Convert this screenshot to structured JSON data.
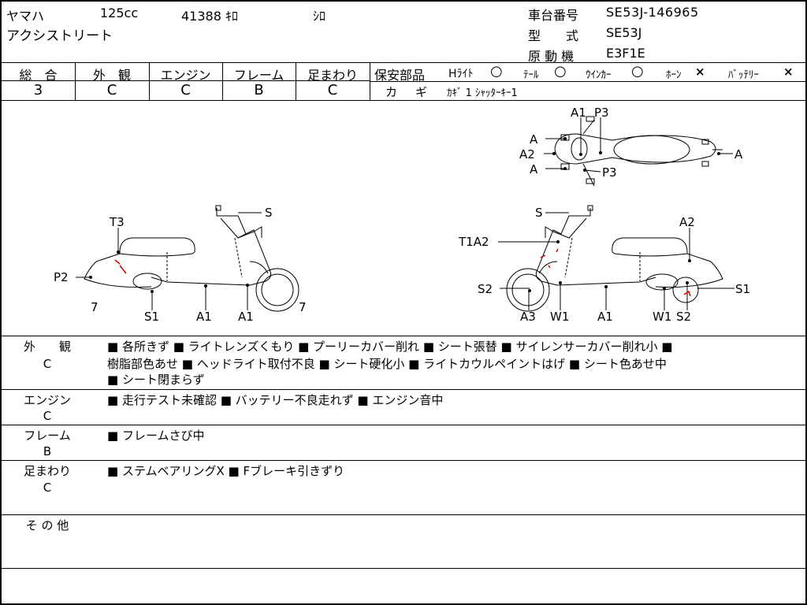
{
  "header": {
    "maker": "ヤマハ",
    "displacement": "125cc",
    "mileage": "41388 ｷﾛ",
    "color": "ｼﾛ",
    "model_name": "アクシストリート",
    "frame_no_label": "車台番号",
    "frame_no": "SE53J-146965",
    "type_label": "型　　式",
    "type": "SE53J",
    "engine_label": "原 動 機",
    "engine": "E3F1E"
  },
  "grades": {
    "overall": {
      "label": "総　合",
      "value": "3"
    },
    "exterior": {
      "label": "外　観",
      "value": "C"
    },
    "engine": {
      "label": "エンジン",
      "value": "C"
    },
    "frame": {
      "label": "フレーム",
      "value": "B"
    },
    "suspension": {
      "label": "足まわり",
      "value": "C"
    }
  },
  "safety": {
    "label": "保安部品",
    "headlight": "Hﾗｲﾄ",
    "headlight_mark": "○",
    "taillight": "ﾃｰﾙ",
    "taillight_mark": "○",
    "winker": "ｳｲﾝｶｰ",
    "winker_mark": "○",
    "horn": "ﾎｰﾝ",
    "horn_mark": "×",
    "battery": "ﾊﾞｯﾃﾘｰ",
    "battery_mark": "×",
    "key_label": "カ　ギ",
    "key_value": "ｶｷﾞ 1  ｼｬｯﾀｰｷｰ1"
  },
  "diagram_labels": {
    "top": [
      "A1",
      "P3",
      "A",
      "A2",
      "A",
      "A",
      "P3"
    ],
    "left": [
      "S",
      "T3",
      "P2",
      "7",
      "S1",
      "A1",
      "A1",
      "7"
    ],
    "right": [
      "S",
      "A2",
      "T1A2",
      "S2",
      "S1",
      "A3",
      "W1",
      "A1",
      "W1",
      "S2"
    ]
  },
  "remarks": {
    "exterior": {
      "label": "外　　観",
      "grade": "C",
      "line1": "■ 各所きず ■ ライトレンズくもり ■ プーリーカバー削れ ■ シート張替 ■ サイレンサーカバー削れ小 ■",
      "line2": "樹脂部色あせ ■ ヘッドライト取付不良 ■ シート硬化小 ■ ライトカウルペイントはげ ■ シート色あせ中",
      "line3": "■ シート閉まらず"
    },
    "engine": {
      "label": "エンジン",
      "grade": "C",
      "line1": "■ 走行テスト未確認 ■ バッテリー不良走れず ■ エンジン音中"
    },
    "frame": {
      "label": "フレーム",
      "grade": "B",
      "line1": "■ フレームさび中"
    },
    "suspension": {
      "label": "足まわり",
      "grade": "C",
      "line1": "■ ステムベアリングX ■ Fブレーキ引きずり"
    },
    "other": {
      "label": "そ の 他"
    }
  }
}
